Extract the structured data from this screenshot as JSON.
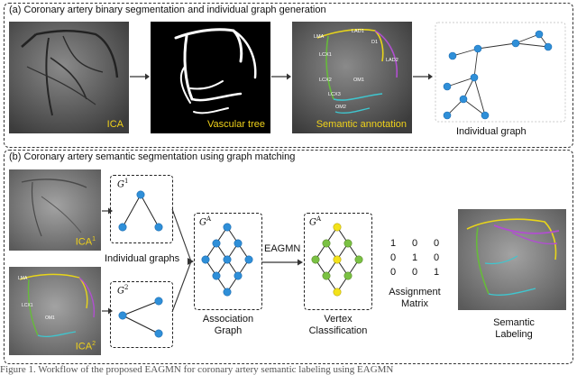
{
  "panel_a": {
    "title": "(a) Coronary artery binary segmentation and individual graph generation",
    "ica_label": "ICA",
    "tree_label": "Vascular tree",
    "semantic_label": "Semantic annotation",
    "graph_label": "Individual graph",
    "segment_labels": [
      "LMA",
      "LAD1",
      "D1",
      "LCX1",
      "LAD2",
      "LCX2",
      "OM1",
      "LCX3",
      "OM2"
    ]
  },
  "panel_b": {
    "title": "(b) Coronary artery semantic segmentation using graph matching",
    "ica1_label": "ICA",
    "ica1_sup": "1",
    "ica2_label": "ICA",
    "ica2_sup": "2",
    "g1_label": "G",
    "g1_sup": "1",
    "g2_label": "G",
    "g2_sup": "2",
    "individual_graphs_label": "Individual graphs",
    "ga_label": "G",
    "ga_sup": "A",
    "ga2_label": "G",
    "ga2_sup": "A",
    "association_label_1": "Association",
    "association_label_2": "Graph",
    "eagmn_label": "EAGMN",
    "vertex_label_1": "Vertex",
    "vertex_label_2": "Classification",
    "matrix_rows": [
      [
        "1",
        "0",
        "0"
      ],
      [
        "0",
        "1",
        "0"
      ],
      [
        "0",
        "0",
        "1"
      ]
    ],
    "assignment_label_1": "Assignment",
    "assignment_label_2": "Matrix",
    "semantic_label_1": "Semantic",
    "semantic_label_2": "Labeling"
  },
  "caption": "Figure 1. Workflow of the proposed EAGMN for coronary artery semantic labeling using EAGMN",
  "colors": {
    "node_blue": "#2f8fd8",
    "node_green": "#7ac143",
    "node_yellow": "#f3e21a",
    "label_yellow": "#f0d21a",
    "vessel_yellow": "#e8d51a",
    "vessel_purple": "#b14fd0",
    "vessel_green": "#66bb3a",
    "vessel_cyan": "#3fc6cf"
  }
}
